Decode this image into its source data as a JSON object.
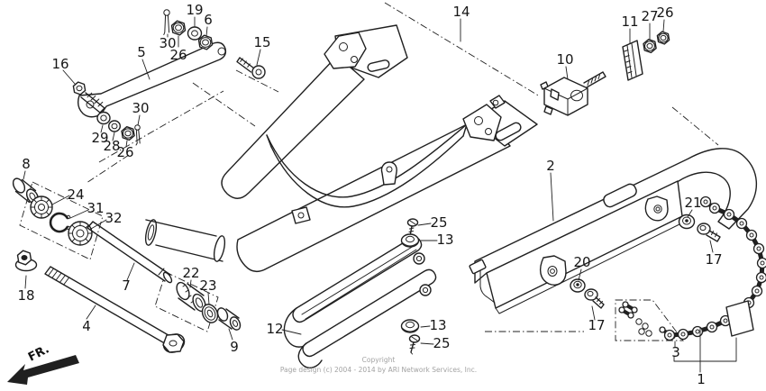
{
  "diagram": {
    "subject": "Swingarm and drive chain exploded parts diagram",
    "colors": {
      "line": "#202020",
      "background": "#ffffff",
      "watermark": "#a3a3a3",
      "arrow": "#111111"
    },
    "footer": {
      "line1": "Copyright",
      "line2": "Page design (c) 2004 - 2014 by ARI Network Services, Inc."
    },
    "direction_label": "FR.",
    "callouts": [
      {
        "part": "16"
      },
      {
        "part": "5"
      },
      {
        "part": "30"
      },
      {
        "part": "19"
      },
      {
        "part": "6"
      },
      {
        "part": "26"
      },
      {
        "part": "15"
      },
      {
        "part": "14"
      },
      {
        "part": "11"
      },
      {
        "part": "27"
      },
      {
        "part": "26"
      },
      {
        "part": "10"
      },
      {
        "part": "30"
      },
      {
        "part": "29"
      },
      {
        "part": "28"
      },
      {
        "part": "26"
      },
      {
        "part": "8"
      },
      {
        "part": "24"
      },
      {
        "part": "31"
      },
      {
        "part": "32"
      },
      {
        "part": "2"
      },
      {
        "part": "21"
      },
      {
        "part": "18"
      },
      {
        "part": "7"
      },
      {
        "part": "4"
      },
      {
        "part": "22"
      },
      {
        "part": "23"
      },
      {
        "part": "9"
      },
      {
        "part": "12"
      },
      {
        "part": "25"
      },
      {
        "part": "13"
      },
      {
        "part": "13"
      },
      {
        "part": "25"
      },
      {
        "part": "20"
      },
      {
        "part": "17"
      },
      {
        "part": "17"
      },
      {
        "part": "3"
      },
      {
        "part": "1"
      }
    ]
  }
}
